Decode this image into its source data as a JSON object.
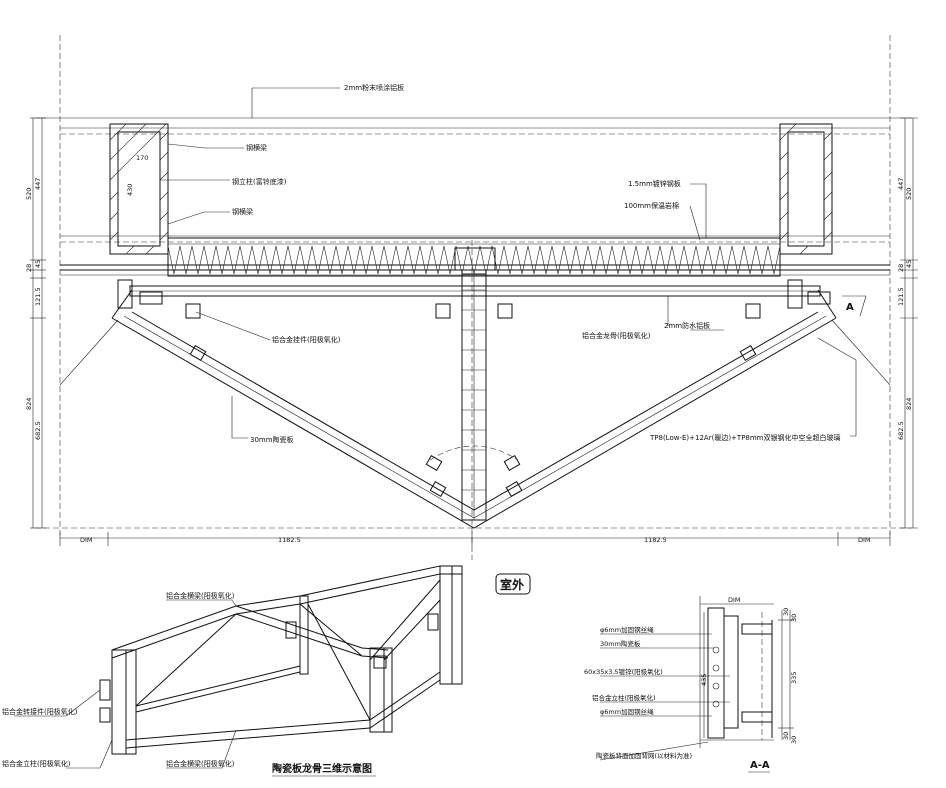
{
  "labels": {
    "top_panel": "2mm粉末喷涂铝板",
    "steel_beam_1": "钢横梁",
    "steel_column": "钢立柱(富铃底漆)",
    "steel_beam_2": "钢横梁",
    "galv_plate": "1.5mm镀锌钢板",
    "insulation": "100mm保温岩棉",
    "al_hanger": "铝合金挂件(阳极氧化)",
    "waterproof_panel": "2mm防水铝板",
    "al_keel": "铝合金龙骨(阳极氧化)",
    "ceramic_board": "30mm陶瓷板",
    "glass": "TP8(Low-E)+12Ar(暖边)+TP8mm双银钢化中空全超白玻璃",
    "marker_a": "A",
    "dim_label_left": "DIM",
    "dim_label_right": "DIM",
    "dim_span_left": "1182.5",
    "dim_span_right": "1182.5"
  },
  "dims_left": [
    "520",
    "447",
    "170",
    "430",
    "45",
    "28",
    "121.5",
    "824",
    "682.5"
  ],
  "dims_right": [
    "520",
    "447",
    "45",
    "28",
    "121.5",
    "824",
    "682.5"
  ],
  "iso": {
    "outdoor_tag": "室外",
    "al_beam_top": "铝合金横梁(阳极氧化)",
    "al_connector": "铝合金转接件(阳极氧化)",
    "al_column": "铝合金立柱(阳极氧化)",
    "al_beam_bottom": "铝合金横梁(阳极氧化)",
    "title": "陶瓷板龙骨三维示意图"
  },
  "section": {
    "dim_top": "DIM",
    "dim_30a": "30",
    "dim_30b": "30",
    "dim_335": "335",
    "dim_435": "435",
    "dim_30c": "30",
    "dim_30d": "30",
    "rebar_top": "φ6mm加固钢丝绳",
    "ceramic": "30mm陶瓷板",
    "steel_tube": "60x35x3.5镀锌(阳极氧化)",
    "al_column": "铝合金立柱(阳极氧化)",
    "rebar_bottom": "φ6mm加固钢丝绳",
    "back_fix": "陶瓷板背面加固背网(以材料为准)",
    "title": "A-A"
  }
}
